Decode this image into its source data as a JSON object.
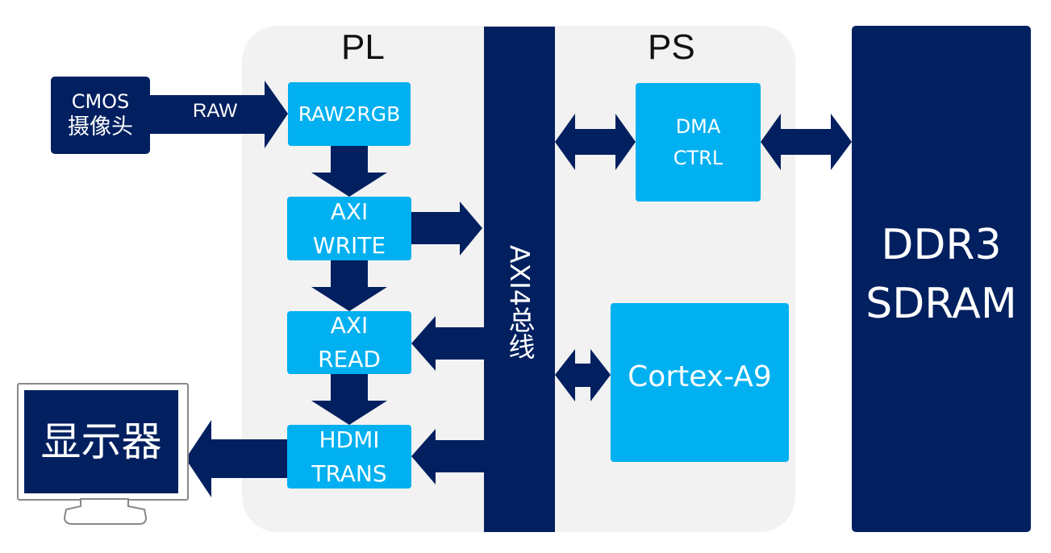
{
  "colors": {
    "region_bg": "#f2f2f2",
    "dark_block": "#022060",
    "light_block": "#00b0f0",
    "arrow": "#022060",
    "text_on_block": "#ffffff",
    "region_label": "#111111"
  },
  "regions": {
    "pl": {
      "label": "PL"
    },
    "ps": {
      "label": "PS"
    }
  },
  "blocks": {
    "cmos": {
      "line1": "CMOS",
      "line2": "摄像头"
    },
    "raw2rgb": {
      "label": "RAW2RGB"
    },
    "axi_write": {
      "line1": "AXI",
      "line2": "WRITE"
    },
    "axi_read": {
      "line1": "AXI",
      "line2": "READ"
    },
    "hdmi_trans": {
      "line1": "HDMI",
      "line2": "TRANS"
    },
    "dma_ctrl": {
      "line1": "DMA",
      "line2": "CTRL"
    },
    "cortex": {
      "label": "Cortex-A9"
    },
    "ddr3": {
      "line1": "DDR3",
      "line2": "SDRAM"
    },
    "monitor": {
      "label": "显示器",
      "icon": "monitor-icon"
    }
  },
  "bus": {
    "label": "AXI4总线"
  },
  "arrows": {
    "raw_label": "RAW"
  }
}
